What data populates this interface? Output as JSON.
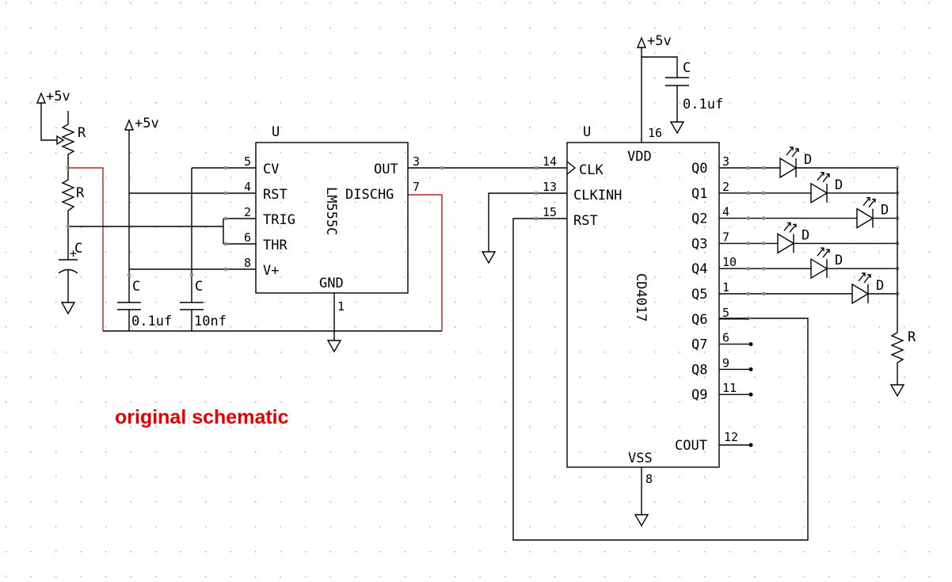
{
  "title": "original schematic",
  "title_color": "#e00000",
  "supply_label": "+5v",
  "designators": {
    "resistor": "R",
    "capacitor": "C",
    "diode": "D",
    "ic": "U"
  },
  "timer": {
    "part": "LM555C",
    "pins": {
      "cv": "CV",
      "rst": "RST",
      "trig": "TRIG",
      "thr": "THR",
      "vplus": "V+",
      "out": "OUT",
      "dischg": "DISCHG",
      "gnd": "GND"
    },
    "pin_numbers": {
      "cv": "5",
      "rst": "4",
      "trig": "2",
      "thr": "6",
      "vplus": "8",
      "out": "3",
      "dischg": "7",
      "gnd": "1"
    }
  },
  "counter": {
    "part": "CD4017",
    "pins": {
      "clk": "CLK",
      "clkinh": "CLKINH",
      "rst": "RST",
      "vdd": "VDD",
      "vss": "VSS",
      "cout": "COUT"
    },
    "pin_numbers": {
      "clk": "14",
      "clkinh": "13",
      "rst": "15",
      "vdd": "16",
      "vss": "8",
      "cout": "12"
    },
    "outputs": [
      {
        "name": "Q0",
        "pin": "3"
      },
      {
        "name": "Q1",
        "pin": "2"
      },
      {
        "name": "Q2",
        "pin": "4"
      },
      {
        "name": "Q3",
        "pin": "7"
      },
      {
        "name": "Q4",
        "pin": "10"
      },
      {
        "name": "Q5",
        "pin": "1"
      },
      {
        "name": "Q6",
        "pin": "5"
      },
      {
        "name": "Q7",
        "pin": "6"
      },
      {
        "name": "Q8",
        "pin": "9"
      },
      {
        "name": "Q9",
        "pin": "11"
      }
    ]
  },
  "capacitor_values": {
    "timing_a": "0.1uf",
    "timing_b": "10nf",
    "decoupling": "0.1uf"
  }
}
